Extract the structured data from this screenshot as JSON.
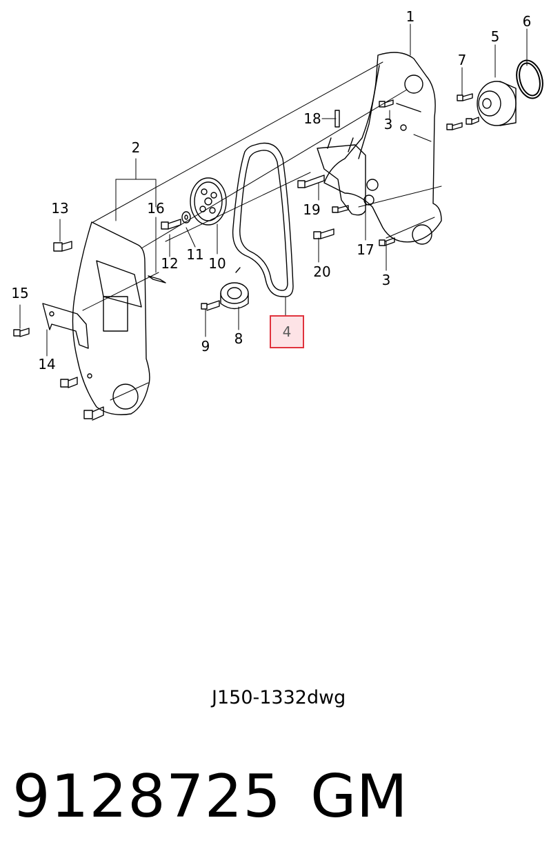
{
  "callouts": {
    "c1": "1",
    "c2": "2",
    "c3a": "3",
    "c3b": "3",
    "c4": "4",
    "c5": "5",
    "c6": "6",
    "c7": "7",
    "c8": "8",
    "c9": "9",
    "c10": "10",
    "c11": "11",
    "c12": "12",
    "c13": "13",
    "c14": "14",
    "c15": "15",
    "c16": "16",
    "c17": "17",
    "c18": "18",
    "c19": "19",
    "c20": "20"
  },
  "highlighted_callout": "4",
  "highlight_colors": {
    "fill": "#fde3e6",
    "border": "#e0323c"
  },
  "drawing_code": "J150-1332dwg",
  "part_number": "9128725",
  "brand": "GM"
}
